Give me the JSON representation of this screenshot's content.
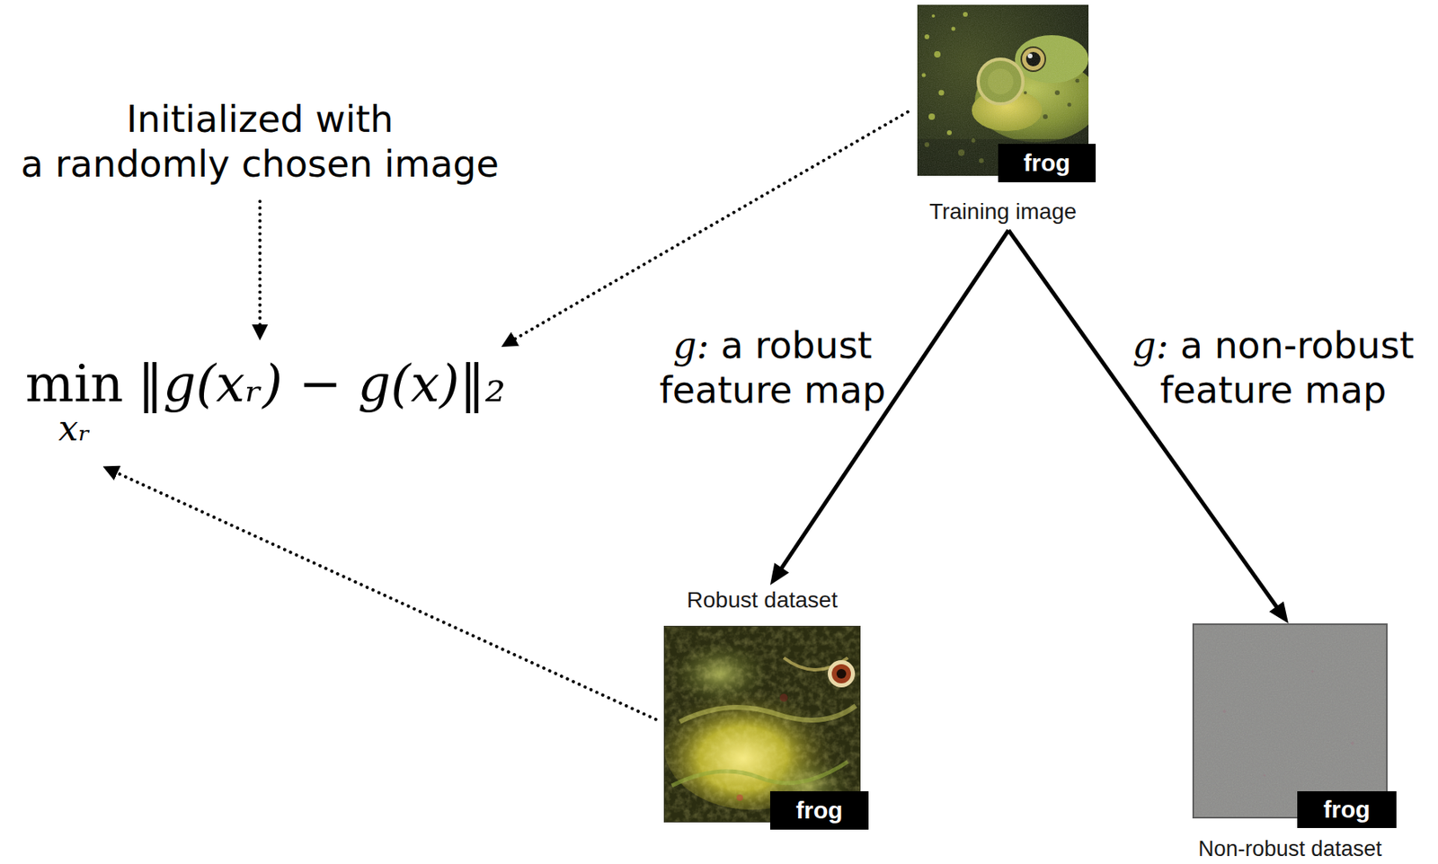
{
  "diagram": {
    "nodes": [
      {
        "text": [
          "Training image"
        ]
      },
      {
        "text": [
          "frog"
        ],
        "in": 0
      },
      {
        "text": [
          "Robust dataset"
        ]
      },
      {
        "text": [
          "frog"
        ],
        "in": 2
      },
      {
        "text": [
          "Non-robust dataset"
        ]
      },
      {
        "text": [
          "frog"
        ],
        "in": 4
      }
    ],
    "edges": [
      {
        "from": 0,
        "to": 2,
        "arrow": "to",
        "label": "g: a robust feature map"
      },
      {
        "from": 0,
        "to": 4,
        "arrow": "to",
        "label": "g: a non-robust feature map"
      }
    ],
    "labels": [
      "Initialized with a randomly chosen image",
      "min",
      "xᵣ",
      "‖g(xᵣ) − g(x)‖₂"
    ]
  }
}
